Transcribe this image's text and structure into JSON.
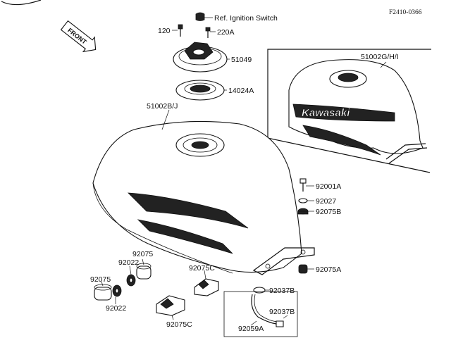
{
  "figure_code": "F2410-0366",
  "front_label": "FRONT",
  "brand_text": "Kawasaki",
  "parts": {
    "ignition_ref": "Ref. Ignition Switch",
    "p120": "120",
    "p220a": "220A",
    "p51049": "51049",
    "p14024a": "14024A",
    "p51002bj": "51002B/J",
    "p51002ghi": "51002G/H/I",
    "p92001a": "92001A",
    "p92027": "92027",
    "p92075b": "92075B",
    "p92075a": "92075A",
    "p92037b_top": "92037B",
    "p92037b_bottom": "92037B",
    "p92059a": "92059A",
    "p92075c_top": "92075C",
    "p92075c_bottom": "92075C",
    "p92075_upper": "92075",
    "p92022_upper": "92022",
    "p92075_left": "92075",
    "p92022_lower": "92022"
  }
}
